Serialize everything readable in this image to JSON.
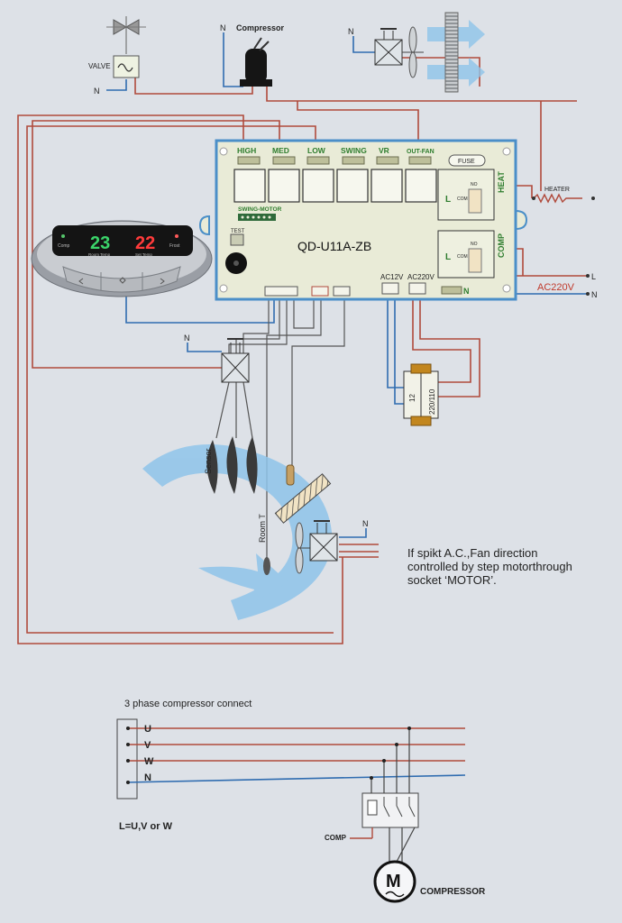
{
  "top": {
    "valve_label": "VALVE",
    "compressor_label": "Compressor",
    "neutral": "N"
  },
  "board": {
    "model": "QD-U11A-ZB",
    "relays": [
      "HIGH",
      "MED",
      "LOW",
      "SWING",
      "VR",
      "OUT-FAN"
    ],
    "fuse": "FUSE",
    "swing_motor": "SWING-MOTOR",
    "test": "TEST",
    "heat": "HEAT",
    "comp": "COMP",
    "l": "L",
    "com": "COM",
    "no": "NO",
    "ac12v": "AC12V",
    "ac220v": "AC220V",
    "n": "N"
  },
  "power": {
    "heater": "HEATER",
    "l": "L",
    "n": "N",
    "ac220v": "AC220V"
  },
  "display": {
    "comp_label": "Comp",
    "room_value": "23",
    "set_value": "22",
    "frost_label": "Frost",
    "room_label": "Room Temp",
    "set_label": "Set Temp"
  },
  "transformer": {
    "low": "12",
    "high": "220/110"
  },
  "labels": {
    "sensor": "Sensor",
    "room_t": "Room T"
  },
  "note": {
    "line1": "If spikt A.C.,Fan direction",
    "line2": "controlled by step motorthrough",
    "line3": "socket ‘MOTOR’."
  },
  "three_phase": {
    "title": "3 phase compressor connect",
    "u": "U",
    "v": "V",
    "w": "W",
    "n": "N",
    "legend": "L=U,V or W",
    "comp": "COMP",
    "motor": "M",
    "compressor": "COMPRESSOR"
  },
  "colors": {
    "red_wire": "#b04a3c",
    "blue_wire": "#2f6cb0",
    "board": "#e9ebd7",
    "board_border": "#4b8fc8",
    "green_text": "#2e7d2e",
    "airflow": "#8fc4ea",
    "background": "#dde1e7"
  }
}
